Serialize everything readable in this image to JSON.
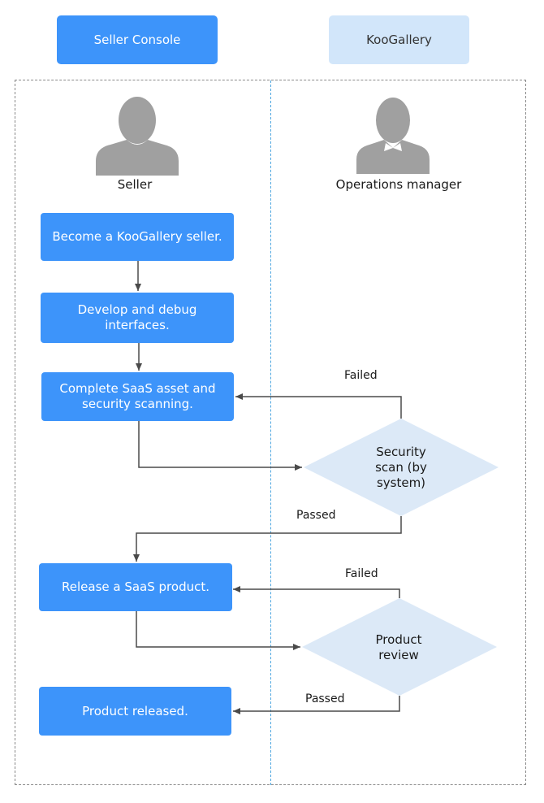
{
  "lanes": {
    "seller_console": "Seller Console",
    "koogallery": "KooGallery"
  },
  "actors": {
    "seller": "Seller",
    "operations_manager": "Operations manager"
  },
  "steps": {
    "become_seller": "Become a KooGallery seller.",
    "develop_debug": "Develop and debug interfaces.",
    "complete_scanning": "Complete SaaS asset and security scanning.",
    "release_product": "Release a SaaS product.",
    "product_released": "Product released."
  },
  "decisions": {
    "security_scan": [
      "Security",
      "scan (by",
      "system)"
    ],
    "product_review": [
      "Product",
      "review"
    ]
  },
  "edge_labels": {
    "scan_failed": "Failed",
    "scan_passed": "Passed",
    "review_failed": "Failed",
    "review_passed": "Passed"
  },
  "colors": {
    "step_fill": "#3d94fa",
    "decision_fill": "#dce9f7",
    "lane_header_primary": "#3d94fa",
    "lane_header_secondary": "#d2e6fa",
    "connector": "#4a4a4a"
  }
}
